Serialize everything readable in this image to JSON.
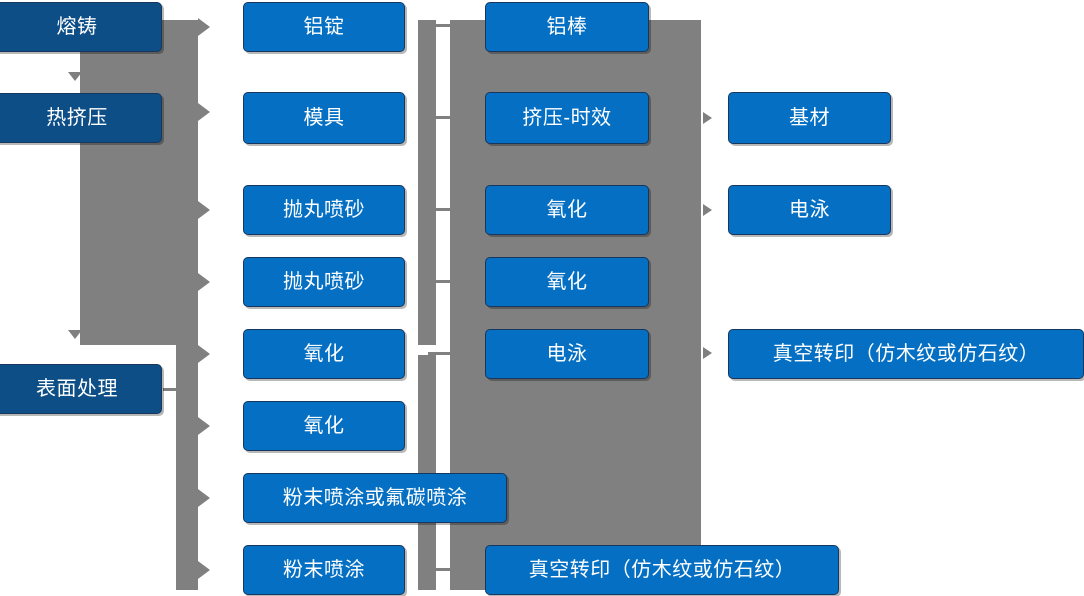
{
  "diagram": {
    "type": "process-flow",
    "title": "",
    "colors": {
      "box_dark": "#0D4E86",
      "box_light": "#0570C3",
      "connector_gray": "#808080",
      "box_border": "#17375E",
      "text": "#FFFFFF",
      "background": "#FFFFFF"
    },
    "stage_labels": {
      "melt_cast": "熔铸",
      "hot_extrusion": "热挤压",
      "surface_treatment": "表面处理"
    },
    "column2": [
      {
        "label": "铝锭"
      },
      {
        "label": "模具"
      },
      {
        "label": "抛丸喷砂"
      },
      {
        "label": "抛丸喷砂"
      },
      {
        "label": "氧化"
      },
      {
        "label": "氧化"
      },
      {
        "label": "粉末喷涂或氟碳喷涂"
      },
      {
        "label": "粉末喷涂"
      }
    ],
    "column3": [
      {
        "label": "铝棒"
      },
      {
        "label": "挤压-时效"
      },
      {
        "label": "氧化"
      },
      {
        "label": "氧化"
      },
      {
        "label": "电泳"
      },
      {
        "label": "真空转印（仿木纹或仿石纹）"
      }
    ],
    "column4": [
      {
        "label": "基材"
      },
      {
        "label": "电泳"
      },
      {
        "label": "真空转印（仿木纹或仿石纹）"
      }
    ]
  }
}
